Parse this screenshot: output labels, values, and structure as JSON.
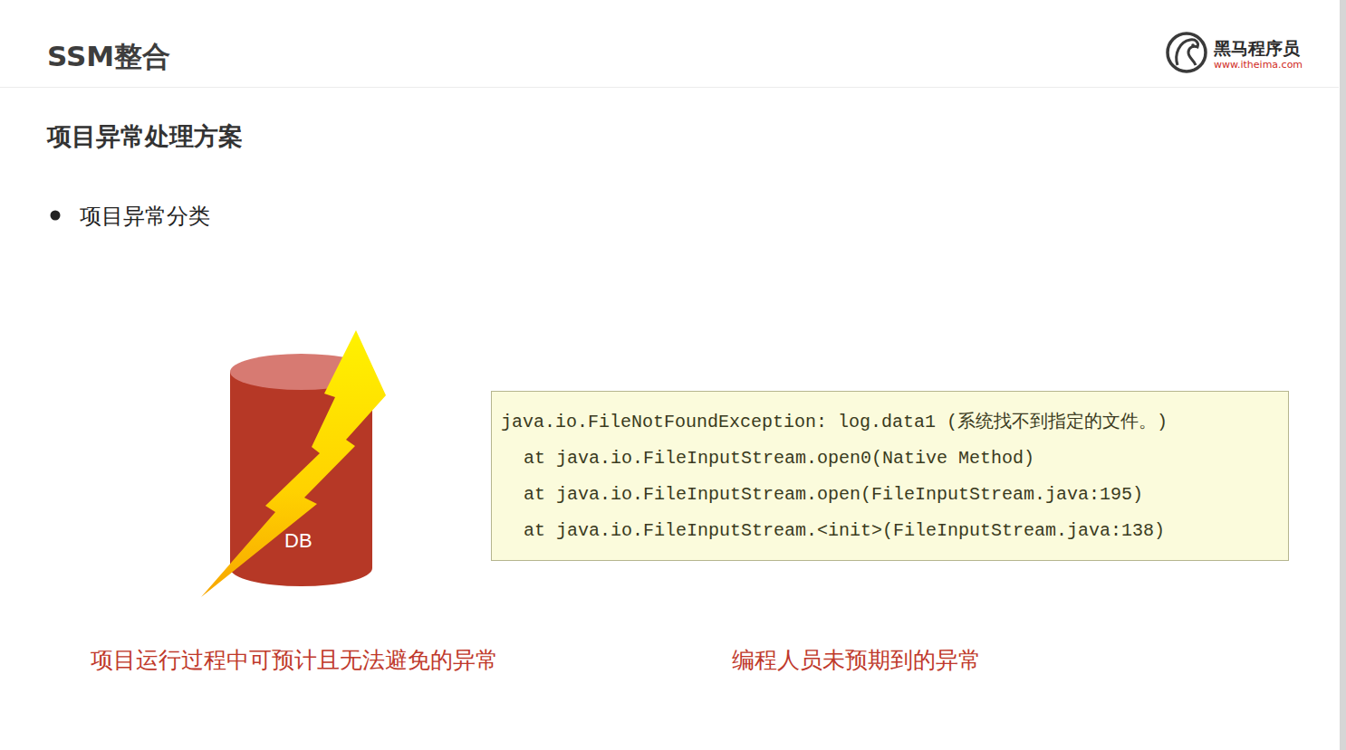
{
  "diagram": {
    "title": "SSM整合",
    "nodes": [
      {
        "text": [
          "DB"
        ]
      },
      {
        "text": [
          "java.io.FileNotFoundException: log.data1 (系统找不到指定的文件。)",
          "at java.io.FileInputStream.open0(Native Method)",
          "at java.io.FileInputStream.open(FileInputStream.java:195)",
          "at java.io.FileInputStream.<init>(FileInputStream.java:138)"
        ]
      }
    ],
    "labels": [
      "黑马程序员",
      "www.itheima.com",
      "项目异常处理方案",
      "项目异常分类",
      "项目运行过程中可预计且无法避免的异常",
      "编程人员未预期到的异常"
    ]
  }
}
